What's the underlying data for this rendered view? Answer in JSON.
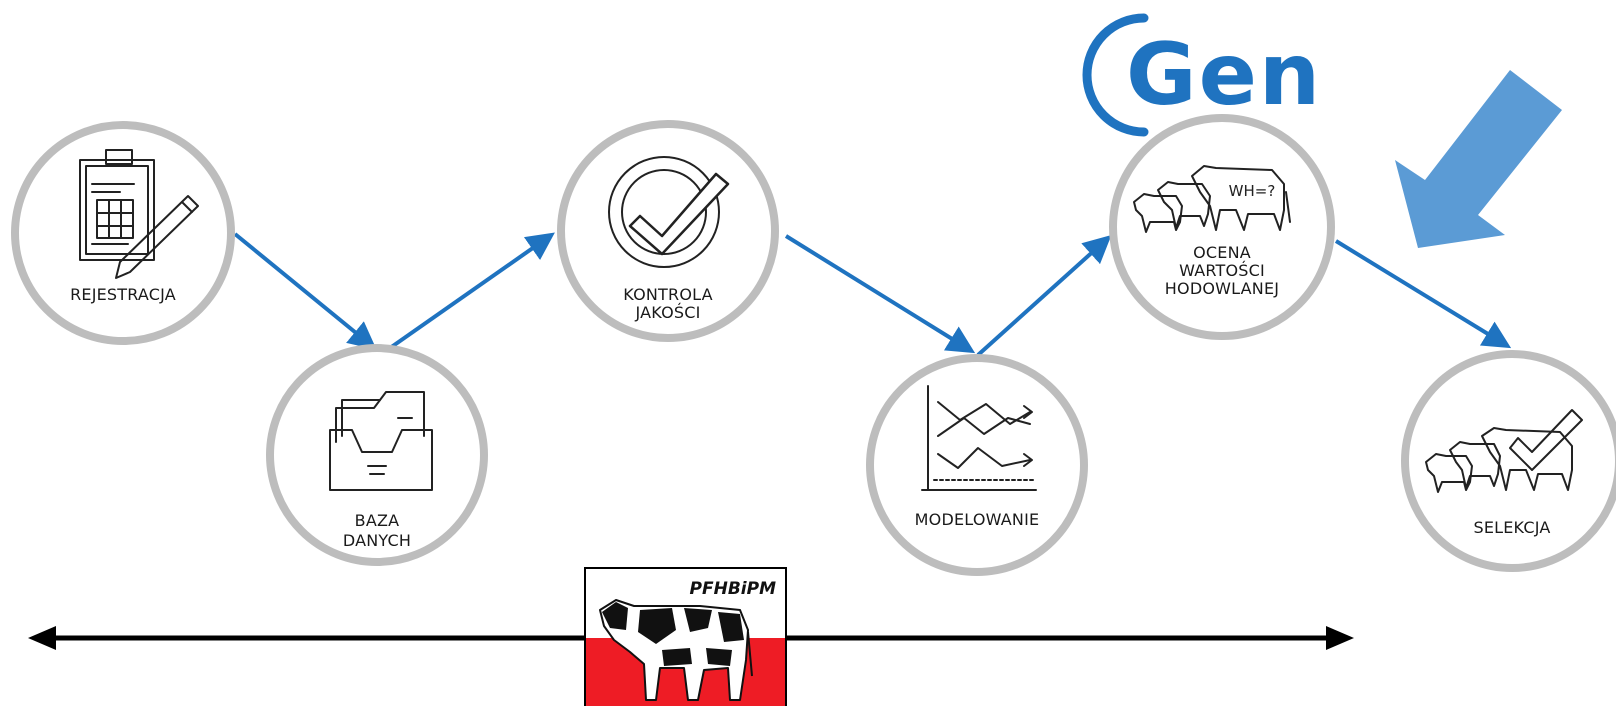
{
  "colors": {
    "flow_arrow": "#1f73c0",
    "ring": "#bdbdbd",
    "big_arrow": "#5b9bd5",
    "logo_blue": "#1f73c0",
    "flag_white": "#ffffff",
    "flag_red": "#ee1c25"
  },
  "logo": {
    "text": "Gen"
  },
  "nodes": [
    {
      "id": "rejestracja",
      "icon": "clipboard-pen-icon",
      "lines": [
        "REJESTRACJA"
      ]
    },
    {
      "id": "baza-danych",
      "icon": "file-drawer-icon",
      "lines": [
        "BAZA",
        "DANYCH"
      ]
    },
    {
      "id": "kontrola-jakosci",
      "icon": "check-circle-icon",
      "lines": [
        "KONTROLA",
        "JAKOŚCI"
      ]
    },
    {
      "id": "modelowanie",
      "icon": "line-chart-icon",
      "lines": [
        "MODELOWANIE"
      ]
    },
    {
      "id": "ocena-wartosci",
      "icon": "cows-icon",
      "icon_text": "WH=?",
      "lines": [
        "OCENA",
        "WARTOŚCI",
        "HODOWLANEJ"
      ]
    },
    {
      "id": "selekcja",
      "icon": "cows-check-icon",
      "lines": [
        "SELEKCJA"
      ]
    }
  ],
  "badge": {
    "text": "PFHBiPM"
  }
}
